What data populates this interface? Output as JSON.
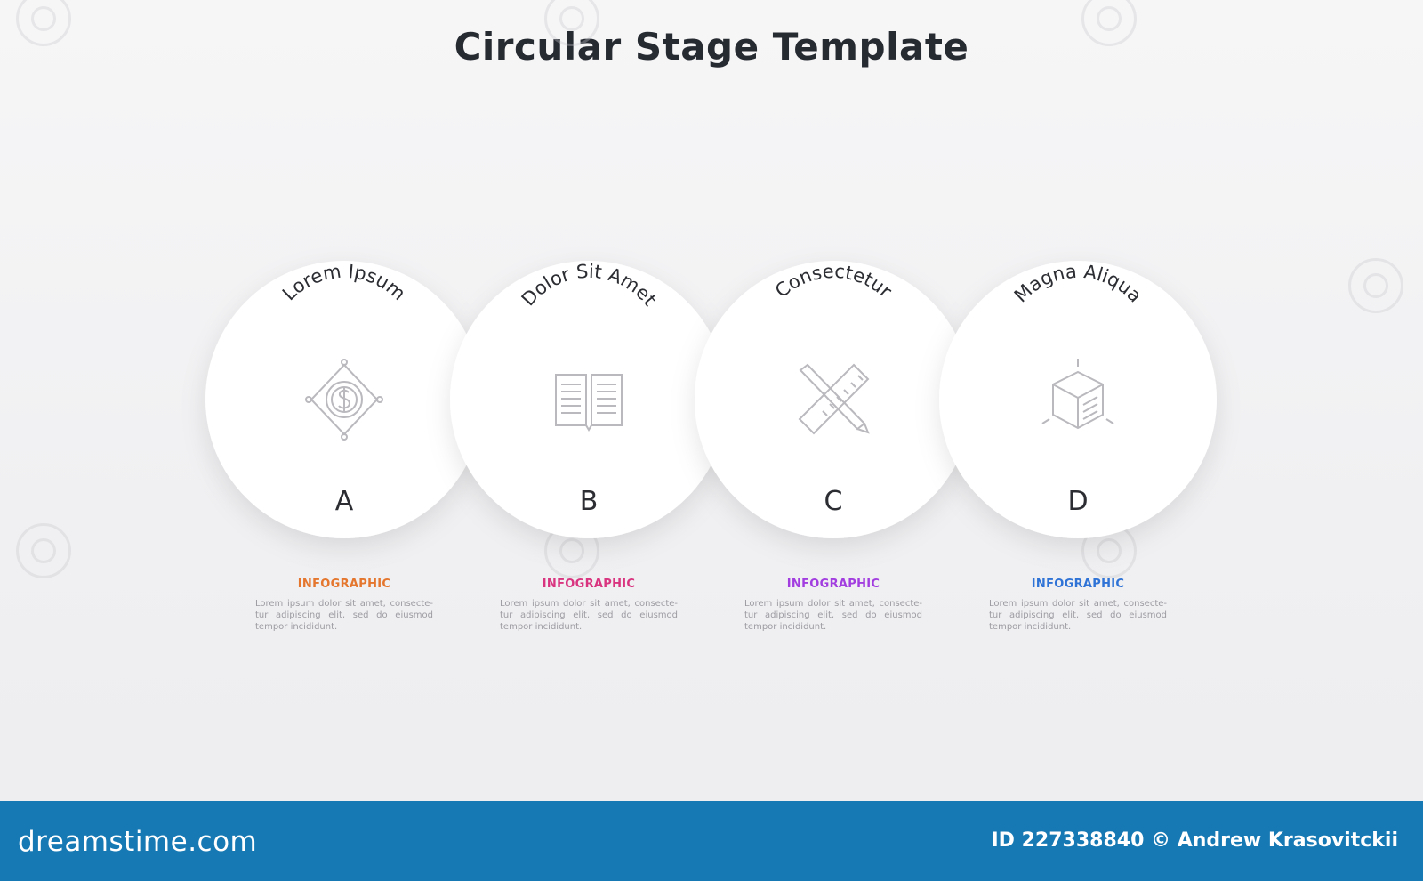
{
  "title": "Circular Stage Template",
  "stages": [
    {
      "label": "Lorem Ipsum",
      "letter": "A",
      "icon": "dollar-coin-icon",
      "accent": "#e4762d",
      "arrow_color": "#e8358a",
      "heading": "INFOGRAPHIC",
      "desc": "Lorem ipsum dolor sit amet, consecte-tur adipiscing elit, sed do eiusmod tempor incididunt."
    },
    {
      "label": "Dolor Sit Amet",
      "letter": "B",
      "icon": "open-book-icon",
      "accent": "#d9347f",
      "arrow_color": "#b83cf0",
      "heading": "INFOGRAPHIC",
      "desc": "Lorem ipsum dolor sit amet, consecte-tur adipiscing elit, sed do eiusmod tempor incididunt."
    },
    {
      "label": "Consectetur",
      "letter": "C",
      "icon": "pencil-ruler-icon",
      "accent": "#a23ee0",
      "arrow_color": "#2f6de8",
      "heading": "INFOGRAPHIC",
      "desc": "Lorem ipsum dolor sit amet, consecte-tur adipiscing elit, sed do eiusmod tempor incididunt."
    },
    {
      "label": "Magna Aliqua",
      "letter": "D",
      "icon": "cube-icon",
      "accent": "#2f73d6",
      "arrow_color": null,
      "heading": "INFOGRAPHIC",
      "desc": "Lorem ipsum dolor sit amet, consecte-tur adipiscing elit, sed do eiusmod tempor incididunt."
    }
  ],
  "footer": {
    "brand": "dreamstime.com",
    "credit": "ID 227338840 © Andrew Krasovitckii"
  }
}
